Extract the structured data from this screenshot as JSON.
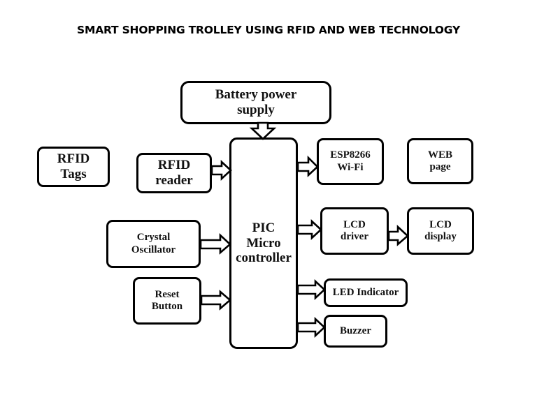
{
  "title": "SMART SHOPPING TROLLEY USING RFID AND WEB TECHNOLOGY",
  "blocks": {
    "battery": {
      "line1": "Battery power",
      "line2": "supply"
    },
    "rfid_tags": {
      "line1": "RFID",
      "line2": "Tags"
    },
    "rfid_reader": {
      "line1": "RFID",
      "line2": "reader"
    },
    "crystal": {
      "line1": "Crystal",
      "line2": "Oscillator"
    },
    "reset": {
      "line1": "Reset",
      "line2": "Button"
    },
    "mcu": {
      "line1": "PIC",
      "line2": "Micro",
      "line3": "controller"
    },
    "esp": {
      "line1": "ESP8266",
      "line2": "Wi-Fi"
    },
    "web": {
      "line1": "WEB",
      "line2": "page"
    },
    "lcd_driver": {
      "line1": "LCD",
      "line2": "driver"
    },
    "lcd_display": {
      "line1": "LCD",
      "line2": "display"
    },
    "led": {
      "line1": "LED Indicator"
    },
    "buzzer": {
      "line1": "Buzzer"
    }
  },
  "connections": [
    {
      "from": "Battery power supply",
      "to": "PIC Micro controller"
    },
    {
      "from": "RFID reader",
      "to": "PIC Micro controller"
    },
    {
      "from": "Crystal Oscillator",
      "to": "PIC Micro controller"
    },
    {
      "from": "Reset Button",
      "to": "PIC Micro controller"
    },
    {
      "from": "PIC Micro controller",
      "to": "ESP8266 Wi-Fi"
    },
    {
      "from": "PIC Micro controller",
      "to": "LCD driver"
    },
    {
      "from": "LCD driver",
      "to": "LCD display"
    },
    {
      "from": "PIC Micro controller",
      "to": "LED Indicator"
    },
    {
      "from": "PIC Micro controller",
      "to": "Buzzer"
    }
  ]
}
